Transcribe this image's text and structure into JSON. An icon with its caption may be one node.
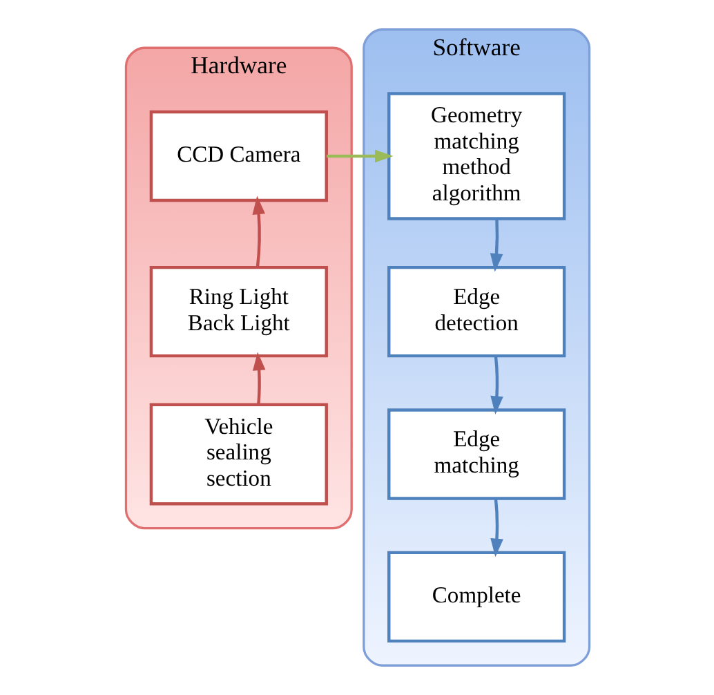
{
  "diagram": {
    "nodes": [
      {
        "text": [
          "Hardware"
        ]
      },
      {
        "text": [
          "CCD Camera"
        ],
        "in": 0
      },
      {
        "text": [
          "Ring Light Back Light"
        ],
        "in": 0
      },
      {
        "text": [
          "Vehicle sealing section"
        ],
        "in": 0
      },
      {
        "text": [
          "Software"
        ]
      },
      {
        "text": [
          "Geometry matching method algorithm"
        ],
        "in": 4
      },
      {
        "text": [
          "Edge detection"
        ],
        "in": 4
      },
      {
        "text": [
          "Edge matching"
        ],
        "in": 4
      },
      {
        "text": [
          "Complete"
        ],
        "in": 4
      }
    ],
    "edges": [
      {
        "from": 3,
        "to": 2,
        "arrow": "to",
        "color": "#c0504d"
      },
      {
        "from": 2,
        "to": 1,
        "arrow": "to",
        "color": "#c0504d"
      },
      {
        "from": 1,
        "to": 5,
        "arrow": "to",
        "color": "#9bbb59"
      },
      {
        "from": 5,
        "to": 6,
        "arrow": "to"
      },
      {
        "from": 6,
        "to": 7,
        "arrow": "to"
      },
      {
        "from": 7,
        "to": 8,
        "arrow": "to"
      }
    ]
  }
}
